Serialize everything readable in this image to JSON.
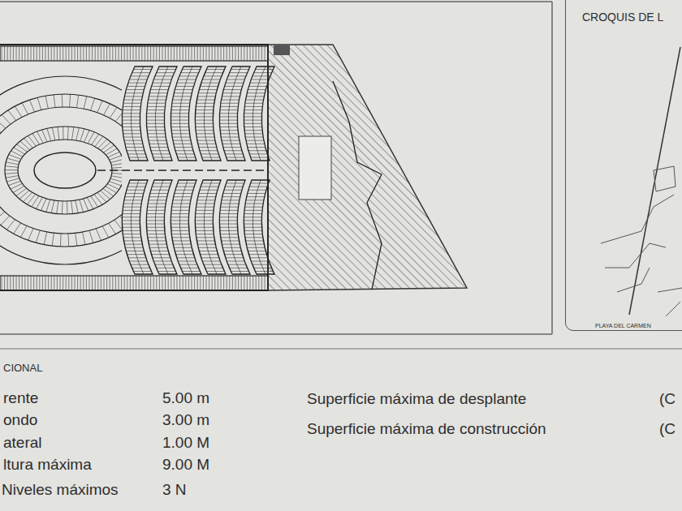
{
  "diagram": {
    "nodes": [
      {
        "text": [
          "CROQUIS DE L"
        ]
      }
    ],
    "labels": [
      "CIONAL",
      "rente",
      "5.00 m",
      "ondo",
      "3.00 m",
      "ateral",
      "1.00 M",
      "ltura máxima",
      "9.00 M",
      "Niveles máximos",
      "3 N",
      "Superficie máxima de desplante",
      "(C",
      "Superficie máxima de construcción",
      "(C",
      "PLAYA DEL CARMEN"
    ]
  }
}
